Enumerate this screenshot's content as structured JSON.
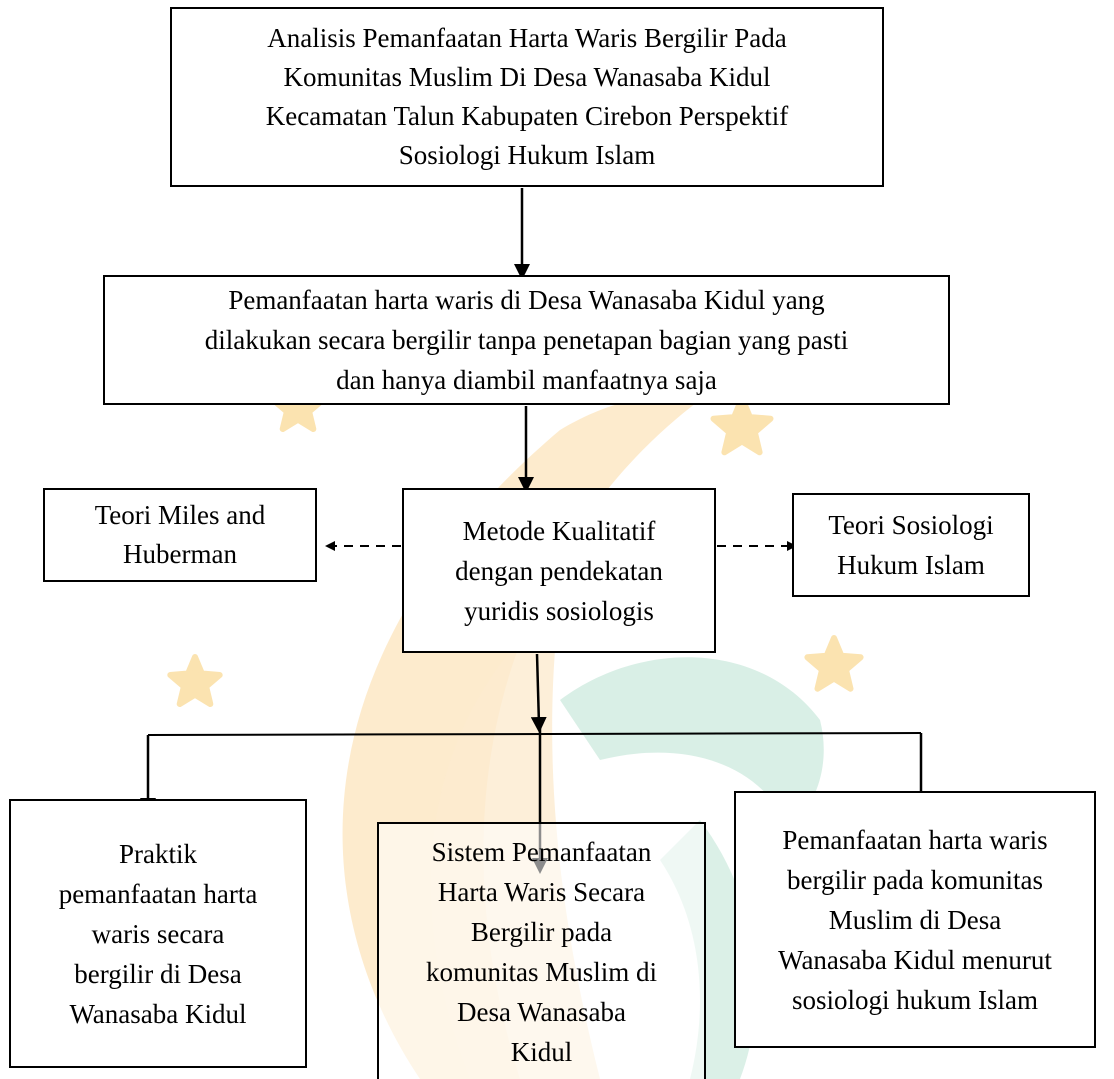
{
  "diagram": {
    "title_box": "Analisis Pemanfaatan Harta Waris Bergilir Pada\nKomunitas Muslim Di Desa Wanasaba Kidul\nKecamatan Talun Kabupaten Cirebon Perspektif\nSosiologi Hukum Islam",
    "problem_box": "Pemanfaatan harta waris di Desa Wanasaba Kidul yang\ndilakukan secara bergilir tanpa penetapan bagian yang pasti\ndan hanya diambil manfaatnya saja",
    "method_box": "Metode Kualitatif\ndengan pendekatan\nyuridis sosiologis",
    "theory_left_box": "Teori Miles and\nHuberman",
    "theory_right_box": "Teori Sosiologi\nHukum Islam",
    "outcome_left_box": "Praktik\npemanfaatan harta\nwaris secara\nbergilir di Desa\nWanasaba Kidul",
    "outcome_center_box": "Sistem Pemanfaatan\nHarta Waris Secara\nBergilir pada\nkomunitas Muslim di\nDesa Wanasaba\nKidul",
    "outcome_right_box": "Pemanfaatan harta waris\nbergilir pada komunitas\nMuslim di Desa\nWanasaba Kidul menurut\nsosiologi hukum Islam"
  },
  "watermark": {
    "star_color": "#fbe3b0",
    "arc_orange": "#fde7c4",
    "arc_green": "#d5ede3"
  },
  "style": {
    "line_color": "#000000",
    "box_border": "#000000"
  }
}
